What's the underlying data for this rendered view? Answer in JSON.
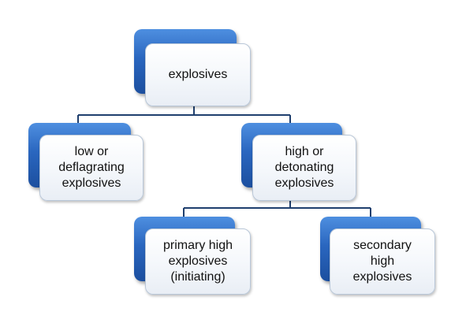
{
  "diagram": {
    "nodes": {
      "root": {
        "label": "explosives"
      },
      "low": {
        "label": "low or\ndeflagrating\nexplosives"
      },
      "high": {
        "label": "high or\ndetonating\nexplosives"
      },
      "primary": {
        "label": "primary high\nexplosives\n(initiating)"
      },
      "secondary": {
        "label": "secondary\nhigh\nexplosives"
      }
    },
    "colors": {
      "box_blue": "#2a66bf",
      "box_white": "#ffffff",
      "connector": "#1f3f6e"
    }
  }
}
